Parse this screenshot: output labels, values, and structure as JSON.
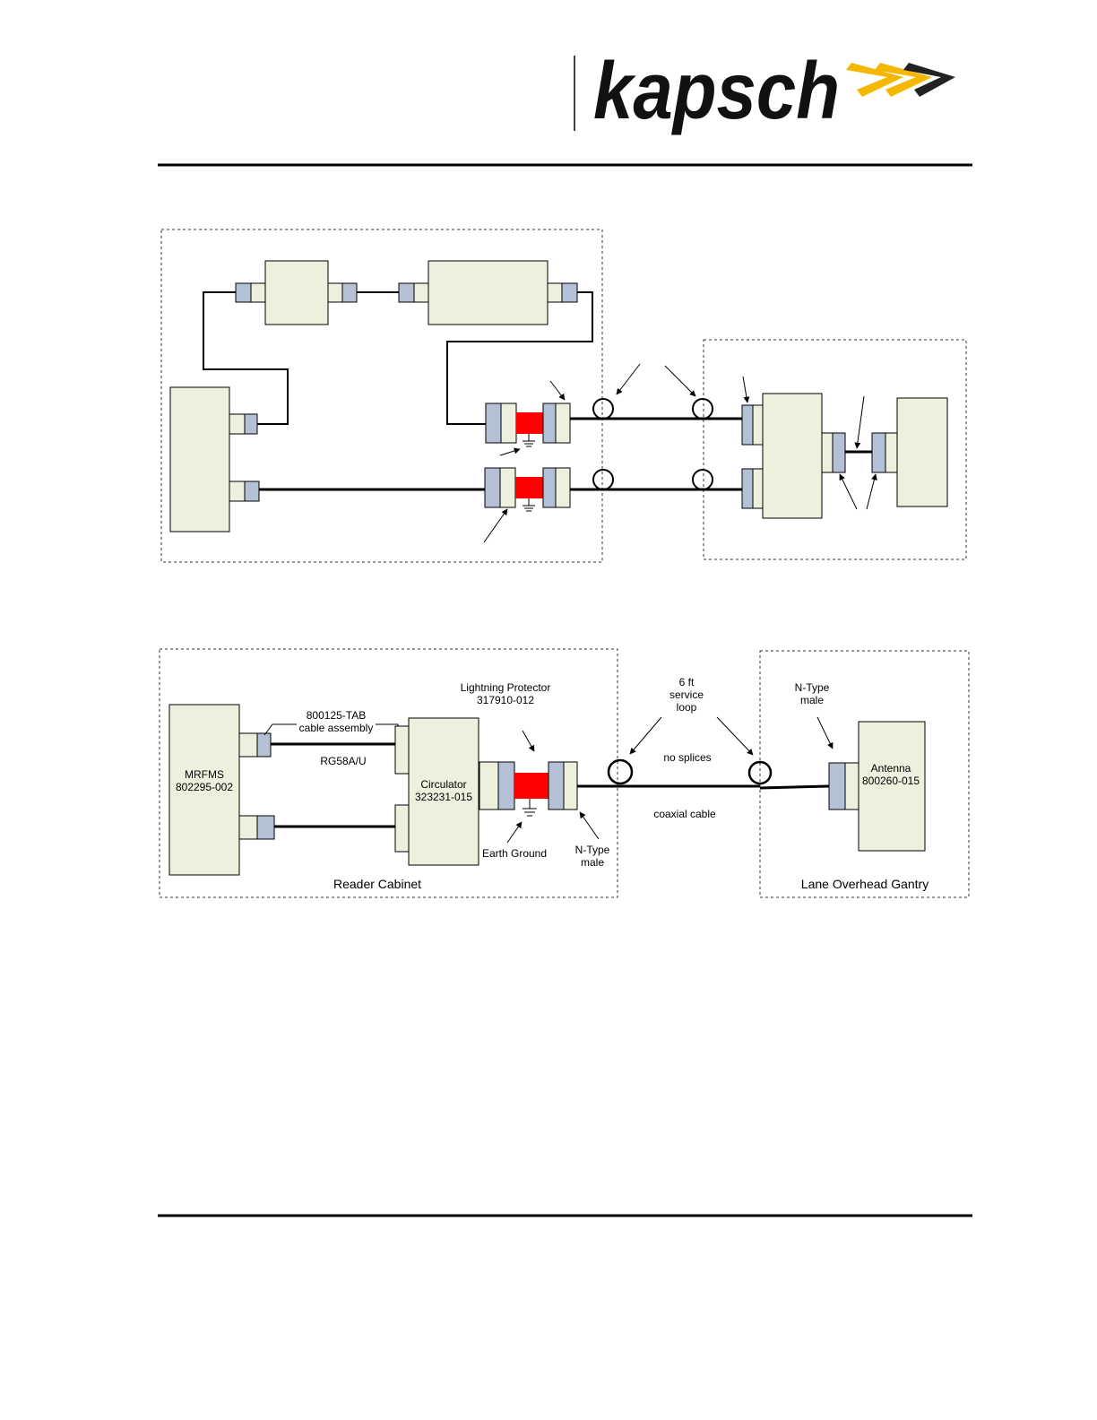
{
  "header": {
    "logo_text": "kapsch"
  },
  "colors": {
    "box_fill": "#ecf0dc",
    "connector_fill": "#b4c0d6",
    "protector_fill": "#ff0000",
    "chevron_gold": "#f5b800",
    "chevron_dark": "#222222",
    "rule": "#000000"
  },
  "diagram2": {
    "mrfms": {
      "line1": "MRFMS",
      "line2": "802295-002"
    },
    "cable_assembly": {
      "line1": "800125-TAB",
      "line2": "cable assembly"
    },
    "cable_type": "RG58A/U",
    "circulator": {
      "line1": "Circulator",
      "line2": "323231-015"
    },
    "lightning_protector": {
      "line1": "Lightning Protector",
      "line2": "317910-012"
    },
    "earth_ground": "Earth Ground",
    "ntype_cabinet": {
      "line1": "N-Type",
      "line2": "male"
    },
    "service_loop": {
      "line1": "6 ft",
      "line2": "service",
      "line3": "loop"
    },
    "no_splices": "no splices",
    "coaxial_cable": "coaxial cable",
    "ntype_antenna": {
      "line1": "N-Type",
      "line2": "male"
    },
    "antenna": {
      "line1": "Antenna",
      "line2": "800260-015"
    },
    "reader_cabinet": "Reader Cabinet",
    "lane_gantry": "Lane Overhead Gantry"
  }
}
